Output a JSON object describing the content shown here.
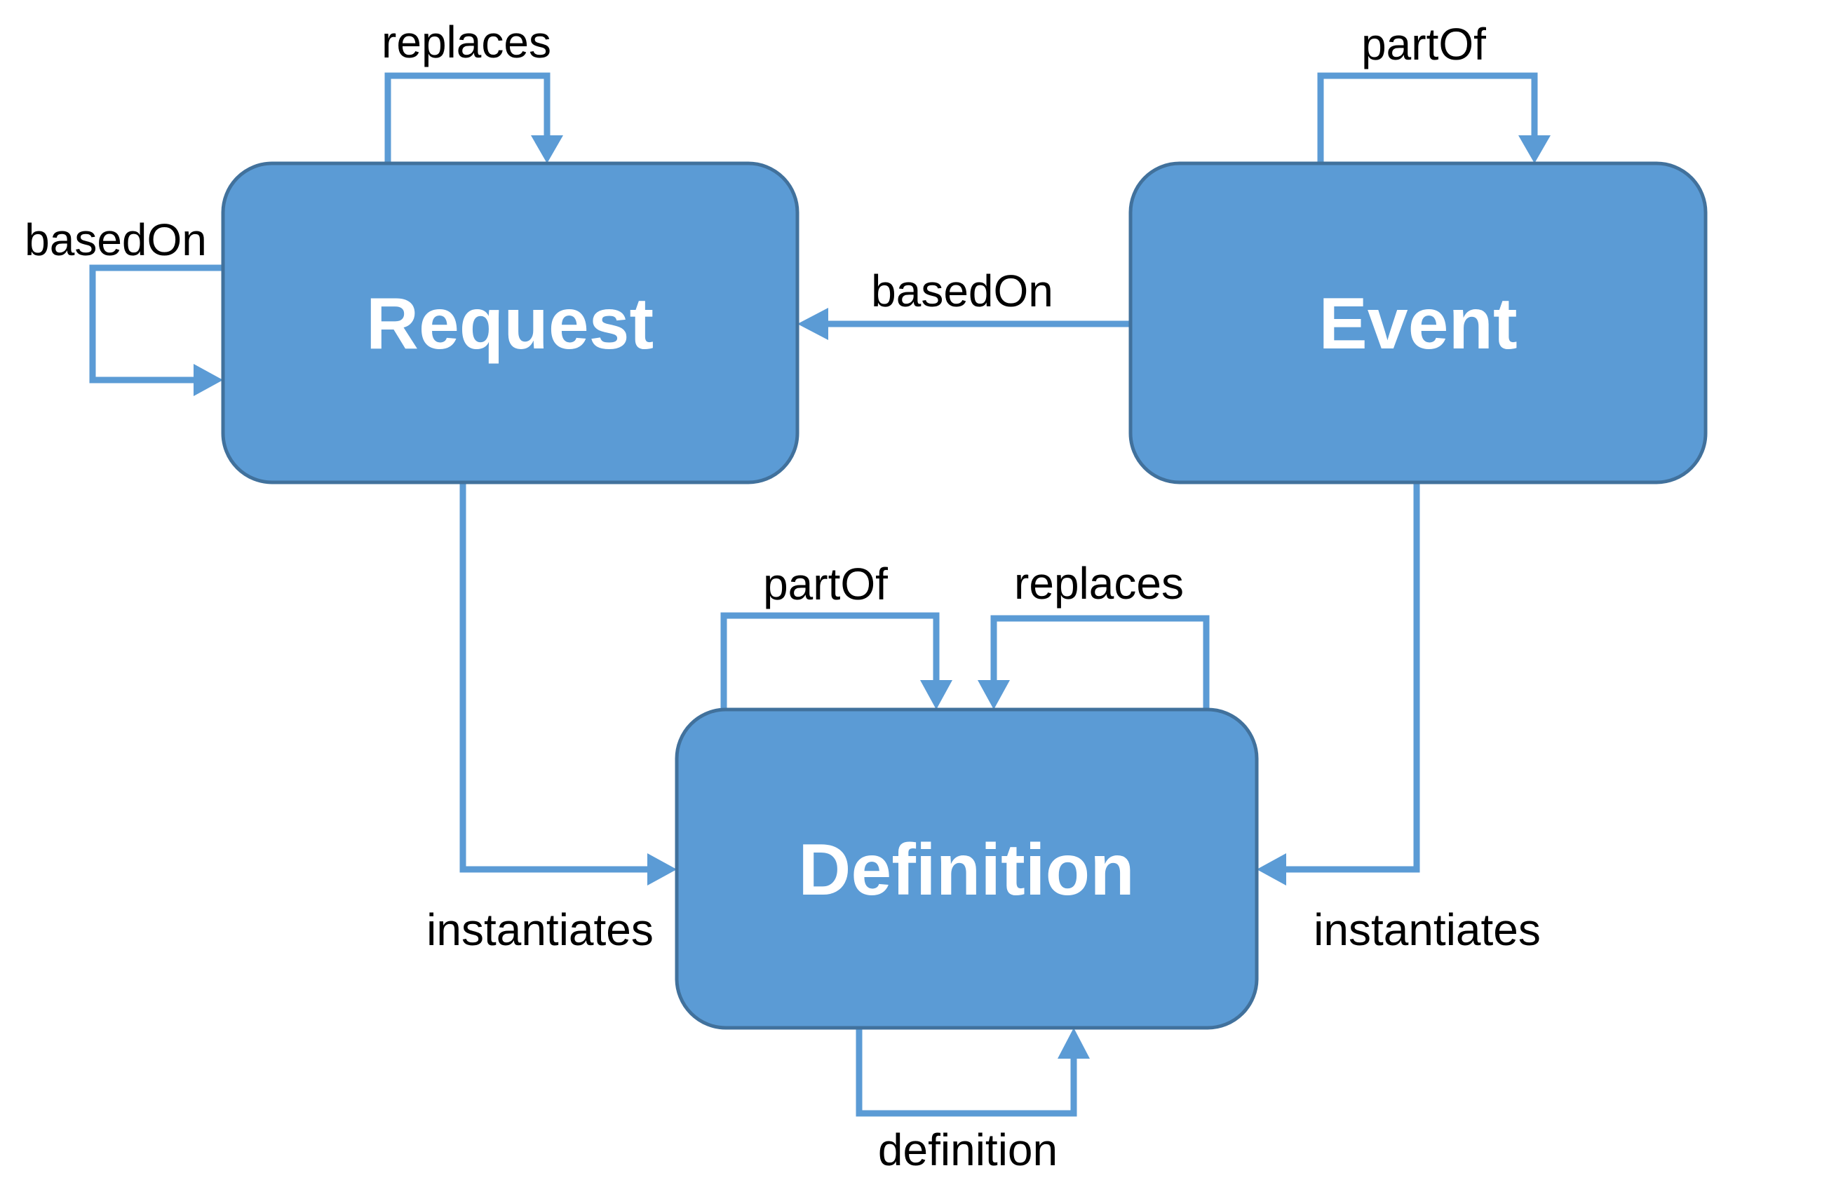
{
  "colors": {
    "background": "#FFFFFF",
    "node_fill": "#5B9BD5",
    "node_border": "#41719C",
    "connector": "#5B9BD5",
    "edge_label_text": "#000000",
    "node_label_text": "#FFFFFF"
  },
  "nodes": {
    "request": {
      "label": "Request"
    },
    "event": {
      "label": "Event"
    },
    "definition": {
      "label": "Definition"
    }
  },
  "edges": {
    "replaces_request_self": {
      "label": "replaces",
      "from": "request",
      "to": "request",
      "type": "self-loop-top"
    },
    "basedon_request_self": {
      "label": "basedOn",
      "from": "request",
      "to": "request",
      "type": "self-loop-left"
    },
    "partof_event_self": {
      "label": "partOf",
      "from": "event",
      "to": "event",
      "type": "self-loop-top"
    },
    "basedon_event_to_request": {
      "label": "basedOn",
      "from": "event",
      "to": "request",
      "type": "straight"
    },
    "instantiates_request_to_definition": {
      "label": "instantiates",
      "from": "request",
      "to": "definition",
      "type": "elbow"
    },
    "instantiates_event_to_definition": {
      "label": "instantiates",
      "from": "event",
      "to": "definition",
      "type": "elbow"
    },
    "partof_definition_self": {
      "label": "partOf",
      "from": "definition",
      "to": "definition",
      "type": "self-loop-top"
    },
    "replaces_definition_self": {
      "label": "replaces",
      "from": "definition",
      "to": "definition",
      "type": "self-loop-top"
    },
    "definition_definition_self": {
      "label": "definition",
      "from": "definition",
      "to": "definition",
      "type": "self-loop-bottom"
    }
  }
}
